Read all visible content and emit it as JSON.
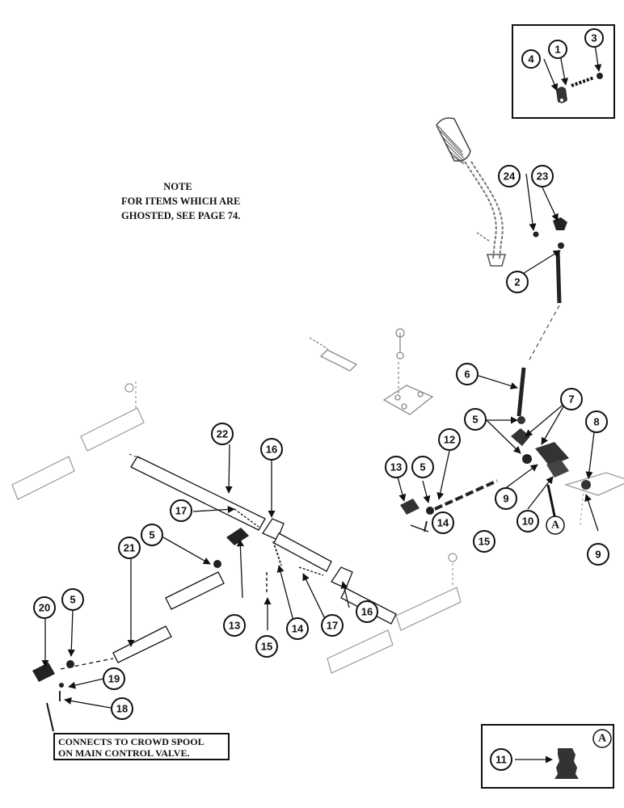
{
  "note": {
    "heading": "NOTE",
    "line1": "FOR ITEMS WHICH ARE",
    "line2": "GHOSTED, SEE PAGE 74."
  },
  "connects_label": {
    "line1": "CONNECTS TO CROWD SPOOL",
    "line2": "ON MAIN CONTROL VALVE."
  },
  "inset_a_letter": "A",
  "detail_a_letter": "A",
  "callouts": [
    "1",
    "2",
    "3",
    "4",
    "5",
    "6",
    "7",
    "8",
    "9",
    "10",
    "11",
    "12",
    "13",
    "14",
    "15",
    "16",
    "17",
    "18",
    "19",
    "20",
    "21",
    "22",
    "23",
    "24"
  ],
  "colors": {
    "ink": "#111111",
    "ghost": "#9a9a9a",
    "paper": "#ffffff"
  }
}
